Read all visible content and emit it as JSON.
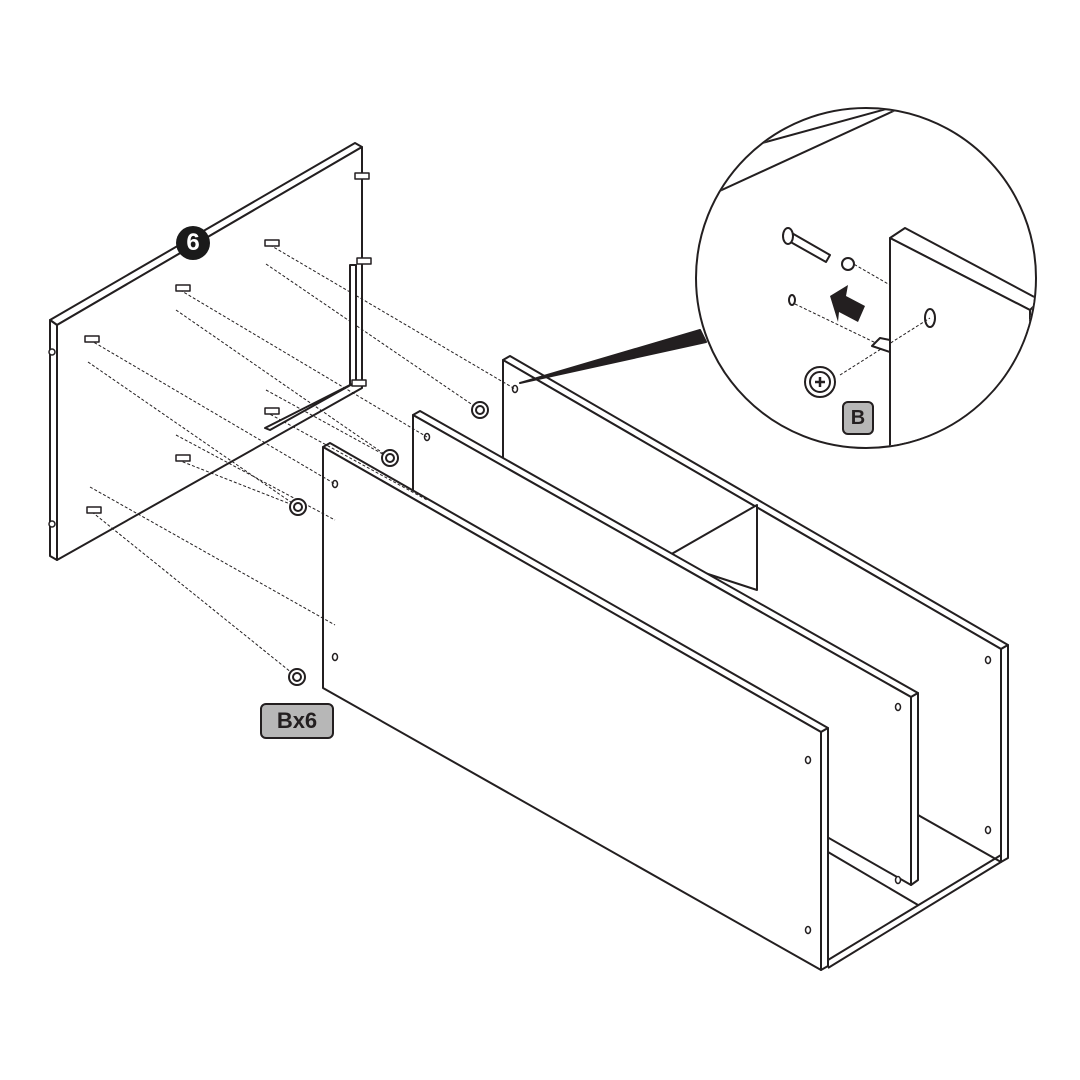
{
  "step": {
    "number": "6"
  },
  "detail": {
    "part_label": "B"
  },
  "parts": {
    "quantity_label": "Bx6"
  },
  "colors": {
    "line": "#231f20",
    "badge": "#b7b7b7"
  }
}
